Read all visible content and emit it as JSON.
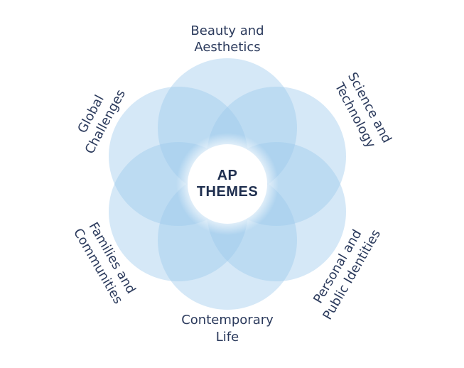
{
  "diagram": {
    "center": {
      "line1": "AP",
      "line2": "THEMES"
    },
    "themes": [
      {
        "line1": "Beauty and",
        "line2": "Aesthetics"
      },
      {
        "line1": "Science and",
        "line2": "Technology"
      },
      {
        "line1": "Personal and",
        "line2": "Public Identities"
      },
      {
        "line1": "Contemporary",
        "line2": "Life"
      },
      {
        "line1": "Families and",
        "line2": "Communities"
      },
      {
        "line1": "Global",
        "line2": "Challenges"
      }
    ],
    "colors": {
      "petal": "#9cc8ec",
      "text": "#2b3a5c",
      "center_text": "#1f2f4f",
      "background": "#ffffff"
    }
  }
}
